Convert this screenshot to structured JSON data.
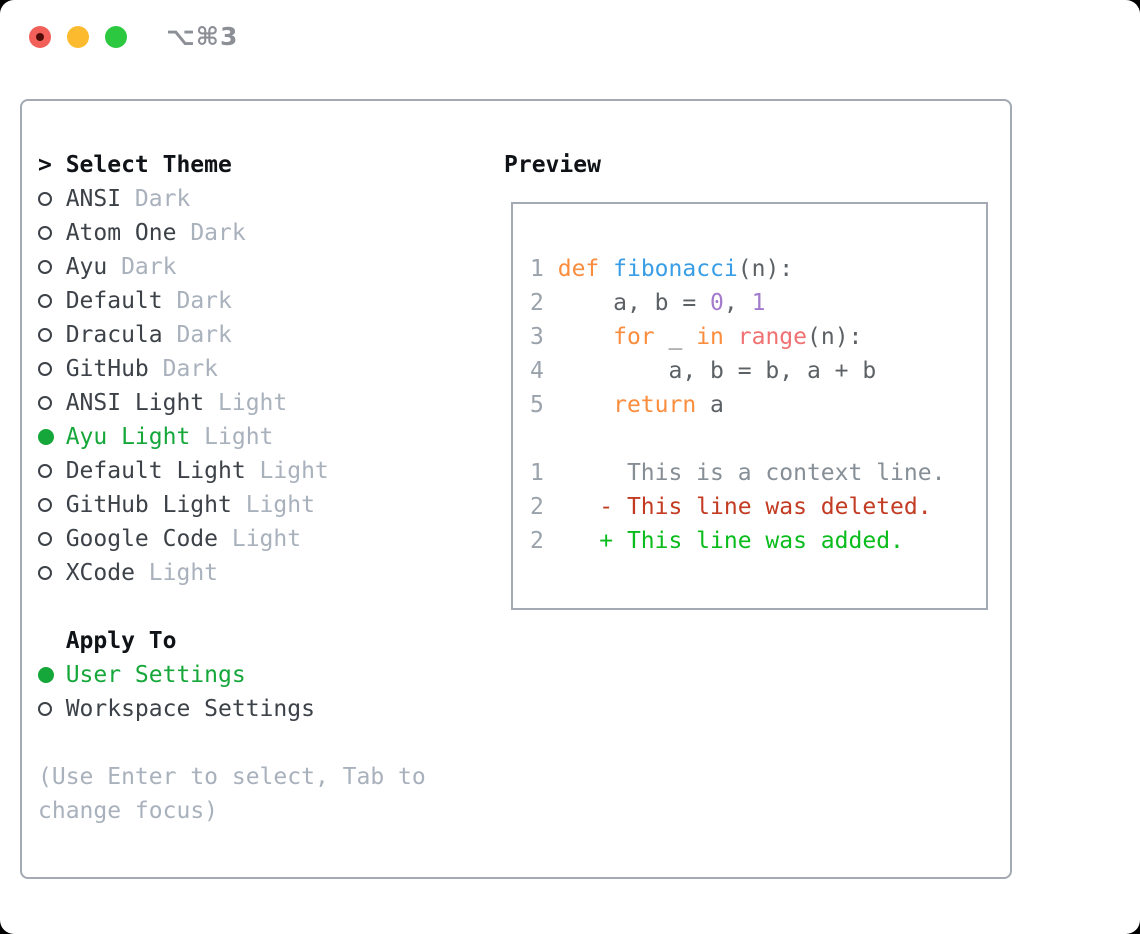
{
  "colors": {
    "heading": "#0f1216",
    "text_dark": "#3c4248",
    "muted": "#a9b1bc",
    "selection": "#16a73b",
    "border": "#a3aab4",
    "keyword": "#fa8d3e",
    "function": "#399ee6",
    "number": "#a37acc",
    "call": "#f07171",
    "fg": "#5c6166",
    "linenum": "#9aa2ab",
    "context": "#868e96",
    "deleted": "#c23b22",
    "added": "#0abc1c",
    "traffic_red": "#f3605a",
    "traffic_red_dot": "#4e0d08",
    "traffic_yellow": "#fcbb2f",
    "traffic_green": "#2bc840",
    "shortcut_gray": "#8c9096"
  },
  "window": {
    "shortcut": "⌥⌘3"
  },
  "theme_picker": {
    "prompt": ">",
    "title": "Select Theme",
    "themes": [
      {
        "name": "ANSI",
        "variant": "Dark",
        "selected": false
      },
      {
        "name": "Atom One",
        "variant": "Dark",
        "selected": false
      },
      {
        "name": "Ayu",
        "variant": "Dark",
        "selected": false
      },
      {
        "name": "Default",
        "variant": "Dark",
        "selected": false
      },
      {
        "name": "Dracula",
        "variant": "Dark",
        "selected": false
      },
      {
        "name": "GitHub",
        "variant": "Dark",
        "selected": false
      },
      {
        "name": "ANSI Light",
        "variant": "Light",
        "selected": false
      },
      {
        "name": "Ayu Light",
        "variant": "Light",
        "selected": true
      },
      {
        "name": "Default Light",
        "variant": "Light",
        "selected": false
      },
      {
        "name": "GitHub Light",
        "variant": "Light",
        "selected": false
      },
      {
        "name": "Google Code",
        "variant": "Light",
        "selected": false
      },
      {
        "name": "XCode",
        "variant": "Light",
        "selected": false
      }
    ],
    "apply_to": {
      "title": "Apply To",
      "options": [
        {
          "label": "User Settings",
          "selected": true
        },
        {
          "label": "Workspace Settings",
          "selected": false
        }
      ]
    },
    "hint_lines": [
      "(Use Enter to select, Tab to",
      "change focus)"
    ]
  },
  "preview": {
    "title": "Preview",
    "lines": [
      {
        "n": "1",
        "segments": [
          {
            "t": " ",
            "c": "fg"
          },
          {
            "t": "def",
            "c": "keyword"
          },
          {
            "t": " ",
            "c": "fg"
          },
          {
            "t": "fibonacci",
            "c": "function"
          },
          {
            "t": "(n):",
            "c": "fg"
          }
        ]
      },
      {
        "n": "2",
        "segments": [
          {
            "t": "     a, b = ",
            "c": "fg"
          },
          {
            "t": "0",
            "c": "number"
          },
          {
            "t": ", ",
            "c": "fg"
          },
          {
            "t": "1",
            "c": "number"
          }
        ]
      },
      {
        "n": "3",
        "segments": [
          {
            "t": "     ",
            "c": "fg"
          },
          {
            "t": "for",
            "c": "keyword"
          },
          {
            "t": " _ ",
            "c": "fg"
          },
          {
            "t": "in",
            "c": "keyword"
          },
          {
            "t": " ",
            "c": "fg"
          },
          {
            "t": "range",
            "c": "call"
          },
          {
            "t": "(n):",
            "c": "fg"
          }
        ]
      },
      {
        "n": "4",
        "segments": [
          {
            "t": "         a, b = b, a + b",
            "c": "fg"
          }
        ]
      },
      {
        "n": "5",
        "segments": [
          {
            "t": "     ",
            "c": "fg"
          },
          {
            "t": "return",
            "c": "keyword"
          },
          {
            "t": " a",
            "c": "fg"
          }
        ]
      },
      {
        "n": "",
        "segments": []
      },
      {
        "n": "1",
        "segments": [
          {
            "t": "      This is a context line.",
            "c": "context"
          }
        ]
      },
      {
        "n": "2",
        "segments": [
          {
            "t": "    - This line was deleted.",
            "c": "deleted"
          }
        ]
      },
      {
        "n": "2",
        "segments": [
          {
            "t": "    + This line was added.",
            "c": "added"
          }
        ]
      }
    ]
  }
}
